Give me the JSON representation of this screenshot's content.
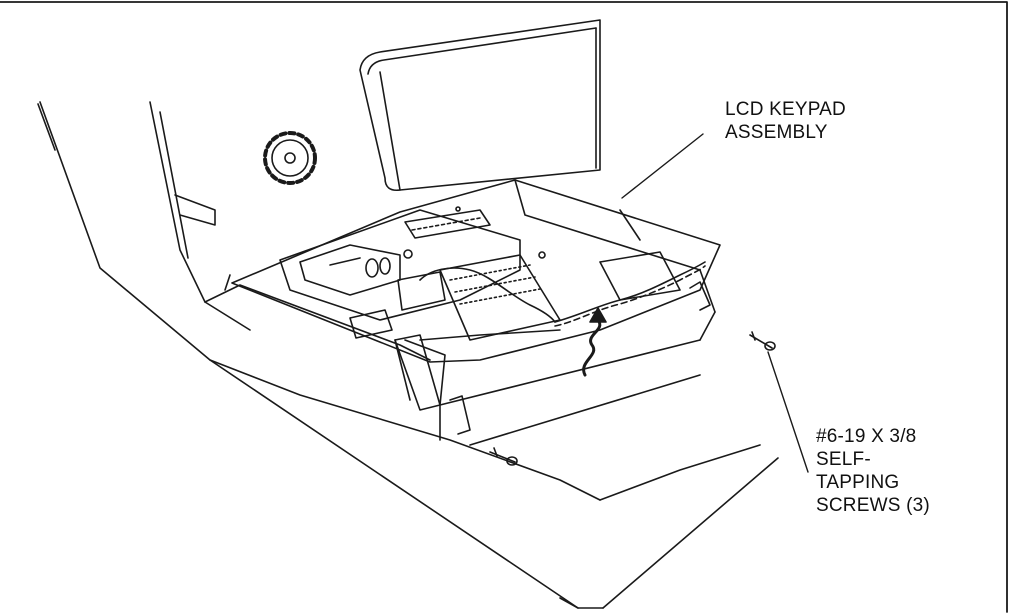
{
  "labels": {
    "lcd_keypad": [
      "LCD KEYPAD",
      "ASSEMBLY"
    ],
    "screws": [
      "#6-19 X 3/8",
      "SELF-",
      "TAPPING",
      "SCREWS (3)"
    ]
  },
  "colors": {
    "ink": "#1a1a1a",
    "background": "#ffffff"
  }
}
